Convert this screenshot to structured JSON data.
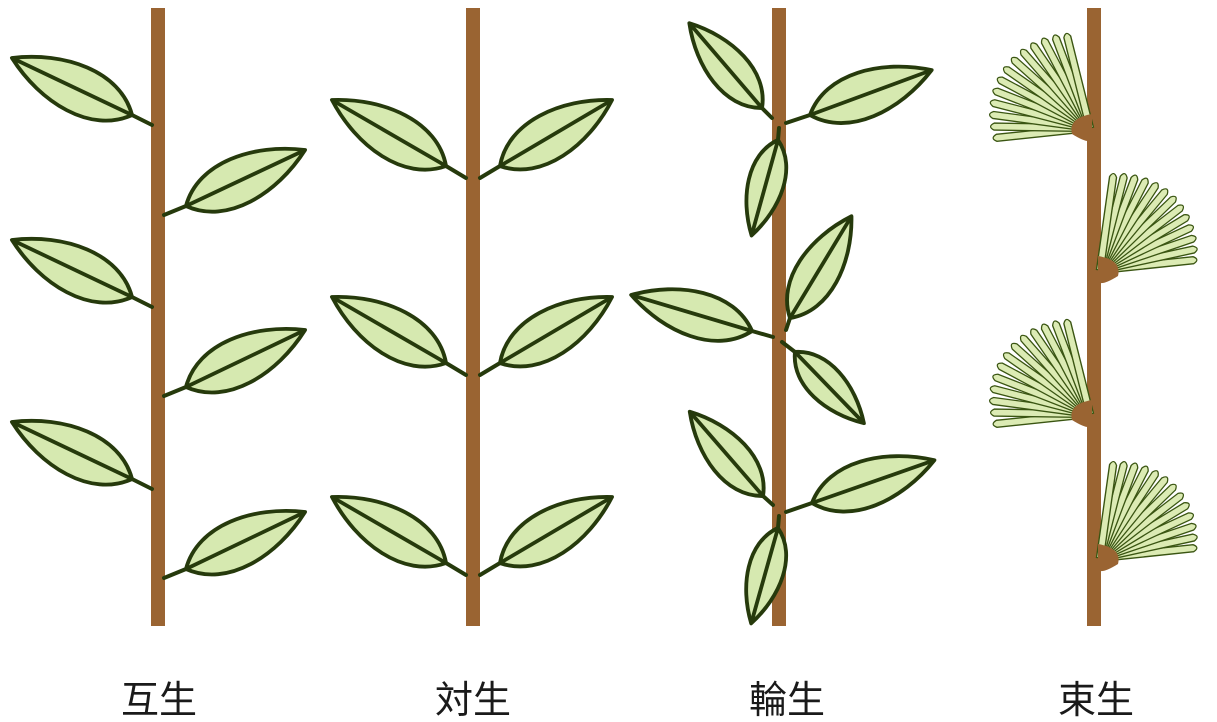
{
  "colors": {
    "stem": "#9a6432",
    "leaf_fill": "#d6e9b0",
    "leaf_stroke": "#263a0c",
    "needle_fill": "#dcebb4",
    "needle_stroke": "#3a5512",
    "background": "#ffffff"
  },
  "panels": [
    {
      "id": "alternate",
      "label": "互生"
    },
    {
      "id": "opposite",
      "label": "対生"
    },
    {
      "id": "whorled",
      "label": "輪生"
    },
    {
      "id": "fascicled",
      "label": "束生"
    }
  ]
}
